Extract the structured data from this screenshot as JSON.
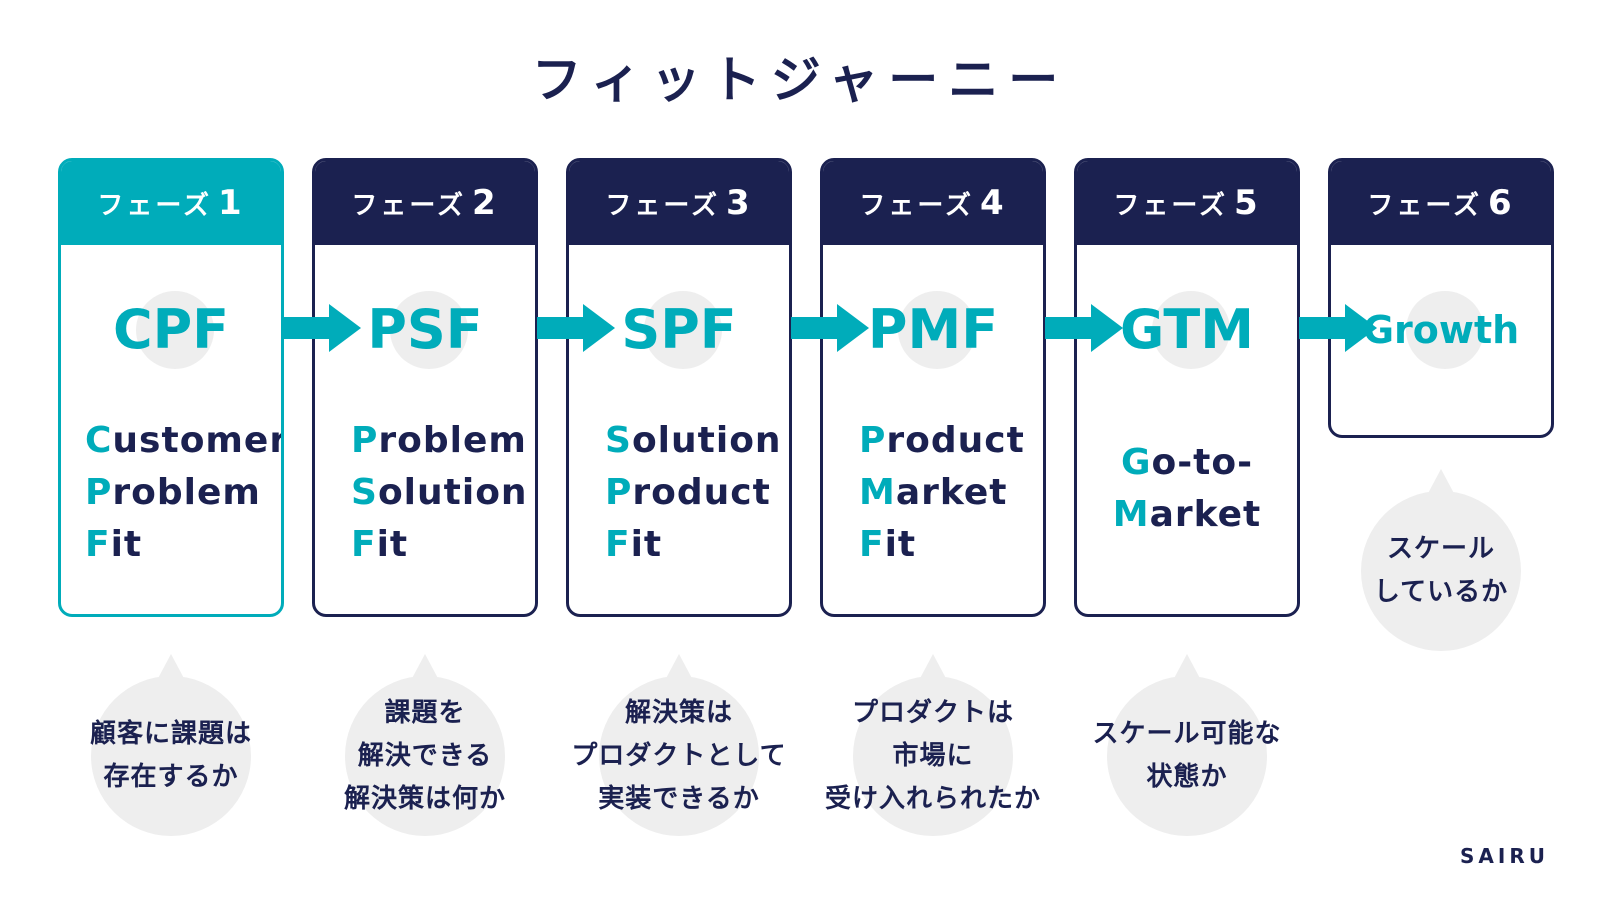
{
  "title": "フィットジャーニー",
  "brand": "SAIRU",
  "colors": {
    "navy": "#1b2150",
    "teal": "#00acba",
    "bubble": "#eeeeee"
  },
  "phases": [
    {
      "label": "フェーズ",
      "num": "1",
      "abbr": "CPF",
      "words": [
        {
          "initial": "C",
          "rest": "ustomer"
        },
        {
          "initial": "P",
          "rest": "roblem"
        },
        {
          "initial": "F",
          "rest": "it"
        }
      ],
      "question": [
        "顧客に課題は",
        "存在するか"
      ]
    },
    {
      "label": "フェーズ",
      "num": "2",
      "abbr": "PSF",
      "words": [
        {
          "initial": "P",
          "rest": "roblem"
        },
        {
          "initial": "S",
          "rest": "olution"
        },
        {
          "initial": "F",
          "rest": "it"
        }
      ],
      "question": [
        "課題を",
        "解決できる",
        "解決策は何か"
      ]
    },
    {
      "label": "フェーズ",
      "num": "3",
      "abbr": "SPF",
      "words": [
        {
          "initial": "S",
          "rest": "olution"
        },
        {
          "initial": "P",
          "rest": "roduct"
        },
        {
          "initial": "F",
          "rest": "it"
        }
      ],
      "question": [
        "解決策は",
        "プロダクトとして",
        "実装できるか"
      ]
    },
    {
      "label": "フェーズ",
      "num": "4",
      "abbr": "PMF",
      "words": [
        {
          "initial": "P",
          "rest": "roduct"
        },
        {
          "initial": "M",
          "rest": "arket"
        },
        {
          "initial": "F",
          "rest": "it"
        }
      ],
      "question": [
        "プロダクトは",
        "市場に",
        "受け入れられたか"
      ]
    },
    {
      "label": "フェーズ",
      "num": "5",
      "abbr": "GTM",
      "words": [
        {
          "initial": "G",
          "rest": "o-to-"
        },
        {
          "initial": "M",
          "rest": "arket"
        }
      ],
      "question": [
        "スケール可能な",
        "状態か"
      ]
    },
    {
      "label": "フェーズ",
      "num": "6",
      "abbr": "Growth",
      "words": [],
      "question": [
        "スケール",
        "しているか"
      ]
    }
  ]
}
